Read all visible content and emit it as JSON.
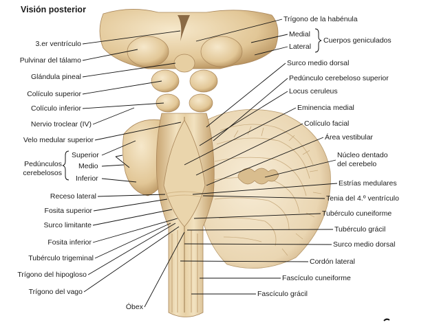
{
  "title": "Visión posterior",
  "left_labels": {
    "tercer_ventriculo": "3.er ventrículo",
    "pulvinar": "Pulvinar del tálamo",
    "glandula_pineal": "Glándula pineal",
    "coliculo_superior": "Colículo superior",
    "coliculo_inferior": "Colículo inferior",
    "nervio_troclear": "Nervio troclear (IV)",
    "velo_medular": "Velo medular superior",
    "pedunculos_group": [
      "Pedúnculos",
      "cerebelosos"
    ],
    "ped_superior": "Superior",
    "ped_medio": "Medio",
    "ped_inferior": "Inferior",
    "receso_lateral": "Receso lateral",
    "fosita_superior": "Fosita superior",
    "surco_limitante": "Surco limitante",
    "fosita_inferior": "Fosita inferior",
    "tuberculo_trigeminal": "Tubérculo trigeminal",
    "trigono_hipogloso": "Trígono del hipogloso",
    "trigono_vago": "Trígono del vago",
    "obex": "Óbex"
  },
  "right_labels": {
    "trigono_habenula": "Trígono de la habénula",
    "medial": "Medial",
    "lateral": "Lateral",
    "cuerpos_geniculados": "Cuerpos geniculados",
    "surco_medio_dorsal_top": "Surco medio dorsal",
    "pedunculo_cerebeloso_superior": "Pedúnculo cerebeloso superior",
    "locus_ceruleus": "Locus ceruleus",
    "eminencia_medial": "Eminencia medial",
    "coliculo_facial": "Colículo facial",
    "area_vestibular": "Área vestibular",
    "nucleo_dentado": [
      "Núcleo dentado",
      "del cerebelo"
    ],
    "estrias_medulares": "Estrías medulares",
    "tenia": "Tenia del 4.º ventrículo",
    "tuberculo_cuneiforme": "Tubérculo cuneiforme",
    "tuberculo_gracil": "Tubérculo grácil",
    "surco_medio_dorsal_bottom": "Surco medio dorsal",
    "cordon_lateral": "Cordón lateral",
    "fasciculo_cuneiforme": "Fascículo cuneiforme",
    "fasciculo_gracil": "Fascículo grácil"
  },
  "colors": {
    "tissue_light": "#f2e2c0",
    "tissue_mid": "#e3c99b",
    "tissue_dark": "#c9a673",
    "tissue_shadow": "#a9865a",
    "cerebellum_cut": "#efe0c4",
    "white_matter": "#f7eedc",
    "text": "#1a1a1a",
    "line": "#111111"
  }
}
